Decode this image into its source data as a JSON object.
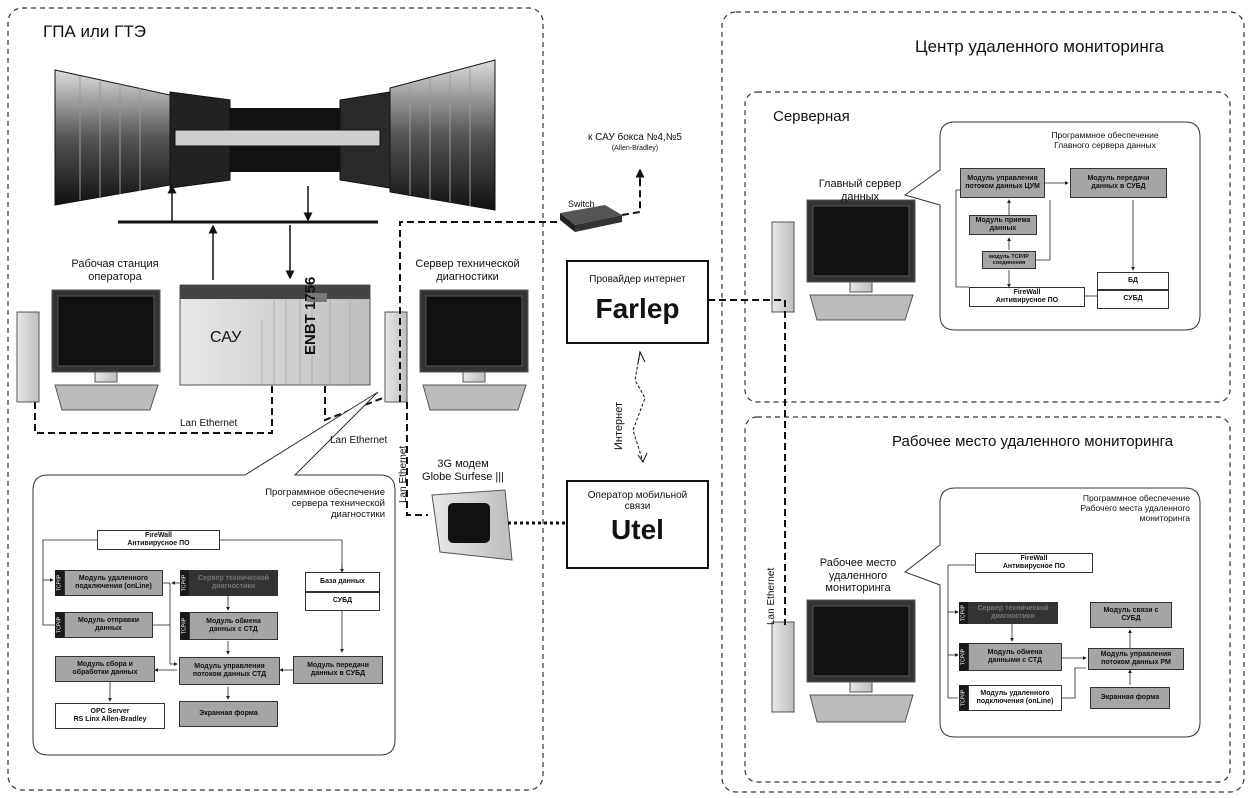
{
  "left_panel": {
    "title": "ГПА или ГТЭ",
    "workstation_label": "Рабочая станция\nоператора",
    "cau_label": "САУ",
    "enbt_label": "ENBT 1756",
    "diag_server_label": "Сервер технической\nдиагностики",
    "lan1": "Lan Ethernet",
    "lan2": "Lan Ethernet",
    "lan3": "Lan Ethernet",
    "modem_label": "3G модем\nGlobe Surfese |||",
    "software_title": "Программное обеспечение\nсервера технической\nдиагностики",
    "tcp": "TCP/IP",
    "boxes": {
      "firewall": "FireWall\nАнтивирусное ПО",
      "remote": "Модуль удаленного\nподключения (onLine)",
      "send": "Модуль отправки\nданных",
      "collect": "Модуль сбора и\nобработки данных",
      "opc": "OPC Server\nRS Linx Allen-Bradley",
      "diag_dark": "Сервер технической\nдиагностики",
      "exchange": "Модуль обмена\nданных с СТД",
      "flow": "Модуль управления\nпотоком данных СТД",
      "screen": "Экранная форма",
      "db": "База данных",
      "dbms": "СУБД",
      "transfer": "Модуль передачи\nданных в СУБД"
    }
  },
  "middle": {
    "cau_box_label": "к САУ бокса №4,№5",
    "cau_box_sub": "(Allen-Bradley)",
    "switch_label": "Switch",
    "provider_title": "Провайдер интернет",
    "provider_name": "Farlep",
    "internet": "Интернет",
    "operator_title": "Оператор мобильной\nсвязи",
    "operator_name": "Utel"
  },
  "right_panel": {
    "title": "Центр удаленного мониторинга",
    "lan": "Lan Ethernet",
    "server_room": {
      "title": "Серверная",
      "main_server_label": "Главный сервер\nданных",
      "software_title": "Программное обеспечение\nГлавного сервера данных",
      "boxes": {
        "flow": "Модуль управления\nпотоком данных ЦУМ",
        "transfer": "Модуль передачи\nданных в СУБД",
        "receive": "Модуль приема\nданных",
        "tcp": "модуль TCP/IP\nсоединения",
        "firewall": "FireWall\nАнтивирусное ПО",
        "db": "БД",
        "dbms": "СУБД"
      }
    },
    "workplace": {
      "title": "Рабочее место удаленного мониторинга",
      "label": "Рабочее место\nудаленного\nмониторинга",
      "software_title": "Программное обеспечение\nРабочего места удаленного\nмониторинга",
      "tcp": "TCP/IP",
      "boxes": {
        "firewall": "FireWall\nАнтивирусное ПО",
        "diag_dark": "Сервер технической\nдиагностики",
        "exchange": "Модуль обмена\nданными с СТД",
        "remote": "Модуль удаленного\nподключения (onLine)",
        "link": "Модуль связи с\nСУБД",
        "flow": "Модуль управления\nпотоком данных РМ",
        "screen": "Экранная форма"
      }
    }
  }
}
